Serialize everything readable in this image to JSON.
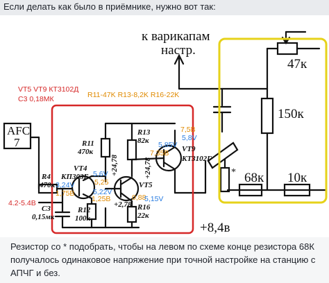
{
  "post": {
    "top_text": "Если делать как было в приёмнике, нужно вот так:",
    "bottom_text": "Резистор со * подобрать, чтобы на левом по схеме конце резистора 68К получалось одинаковое напряжение при точной настройке на станцию с АПЧГ и без."
  },
  "schematic": {
    "to_varicap_line1": "к варикапам",
    "to_varicap_line2": "настр.",
    "r_47k": "47к",
    "r_150k": "150к",
    "r_68k": "68к",
    "r_10k": "10к",
    "supply": "+8,4в",
    "star": "*",
    "afc_line1": "AFC",
    "afc_line2": "7",
    "r4": "R4",
    "r4_val": "470к",
    "c3": "C3",
    "c3_val": "0,15мк",
    "vt4": "VT4",
    "vt4_type": "КП303Г",
    "r11": "R11",
    "r11_val": "470к",
    "r12": "R12",
    "r12_val": "100к",
    "r13": "R13",
    "r13_val": "82к",
    "r16": "R16",
    "r16_val": "22к",
    "vt5": "VT5",
    "vt9": "VT9",
    "vt9_type": "КТ3102Г",
    "v_2478": "+24,78",
    "v_2478b": "+24,78",
    "v_278": "+2,78",
    "notes": {
      "transistors": "VT5 VT9 КТ3102Д",
      "capacitor": "C3 0,18МК",
      "resistors": "R11-47K R13-8,2K R16-22K",
      "v_range": "4.2-5.4В",
      "v_324": "3,24V",
      "v_175": "1,75В",
      "v_56": "5,6V",
      "v_525": "5,25",
      "v_522": "5,22V",
      "v_125": "1,25В",
      "v_088": "0,88",
      "v_515": "5,15V",
      "v_585": "5,85V",
      "v_735": "7,35В",
      "v_75": "7,5В",
      "v_58": "5,8V"
    }
  }
}
